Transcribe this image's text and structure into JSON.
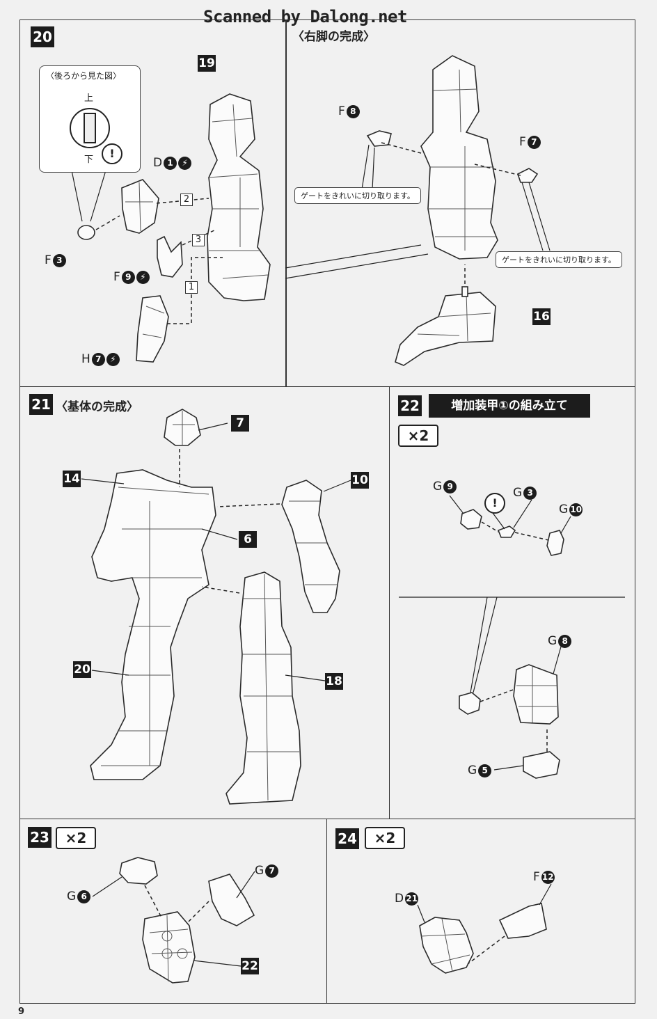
{
  "header": {
    "scan_credit": "Scanned by Dalong.net"
  },
  "page_number": "9",
  "step20": {
    "number": "20",
    "view_note": {
      "title": "〈後ろから見た図〉",
      "up": "上",
      "down": "下",
      "warning": "!"
    },
    "parts": {
      "d": {
        "runner": "D",
        "num": "1"
      },
      "f3": {
        "runner": "F",
        "num": "3"
      },
      "f9": {
        "runner": "F",
        "num": "9"
      },
      "h7": {
        "runner": "H",
        "num": "7"
      },
      "p19": "19"
    },
    "order": [
      "1",
      "2",
      "3"
    ],
    "right_title": "〈右脚の完成〉",
    "right_parts": {
      "f8": {
        "runner": "F",
        "num": "8"
      },
      "f7": {
        "runner": "F",
        "num": "7"
      },
      "p16": "16"
    },
    "gate_note_1": "ゲートをきれいに切り取ります。",
    "gate_note_2": "ゲートをきれいに切り取ります。"
  },
  "step21": {
    "number": "21",
    "title": "〈基体の完成〉",
    "labels": {
      "p7": "7",
      "p14": "14",
      "p10": "10",
      "p6": "6",
      "p20": "20",
      "p18": "18"
    }
  },
  "step22": {
    "number": "22",
    "title": "増加装甲①の組み立て",
    "times": "×2",
    "warning": "!",
    "parts": {
      "g9": {
        "runner": "G",
        "num": "9"
      },
      "g3": {
        "runner": "G",
        "num": "3"
      },
      "g10": {
        "runner": "G",
        "num": "10"
      },
      "g8": {
        "runner": "G",
        "num": "8"
      },
      "g5": {
        "runner": "G",
        "num": "5"
      }
    }
  },
  "step23": {
    "number": "23",
    "times": "×2",
    "parts": {
      "g6": {
        "runner": "G",
        "num": "6"
      },
      "g7": {
        "runner": "G",
        "num": "7"
      },
      "p22": "22"
    }
  },
  "step24": {
    "number": "24",
    "times": "×2",
    "parts": {
      "d21": {
        "runner": "D",
        "num": "21"
      },
      "f12": {
        "runner": "F",
        "num": "12"
      }
    }
  }
}
